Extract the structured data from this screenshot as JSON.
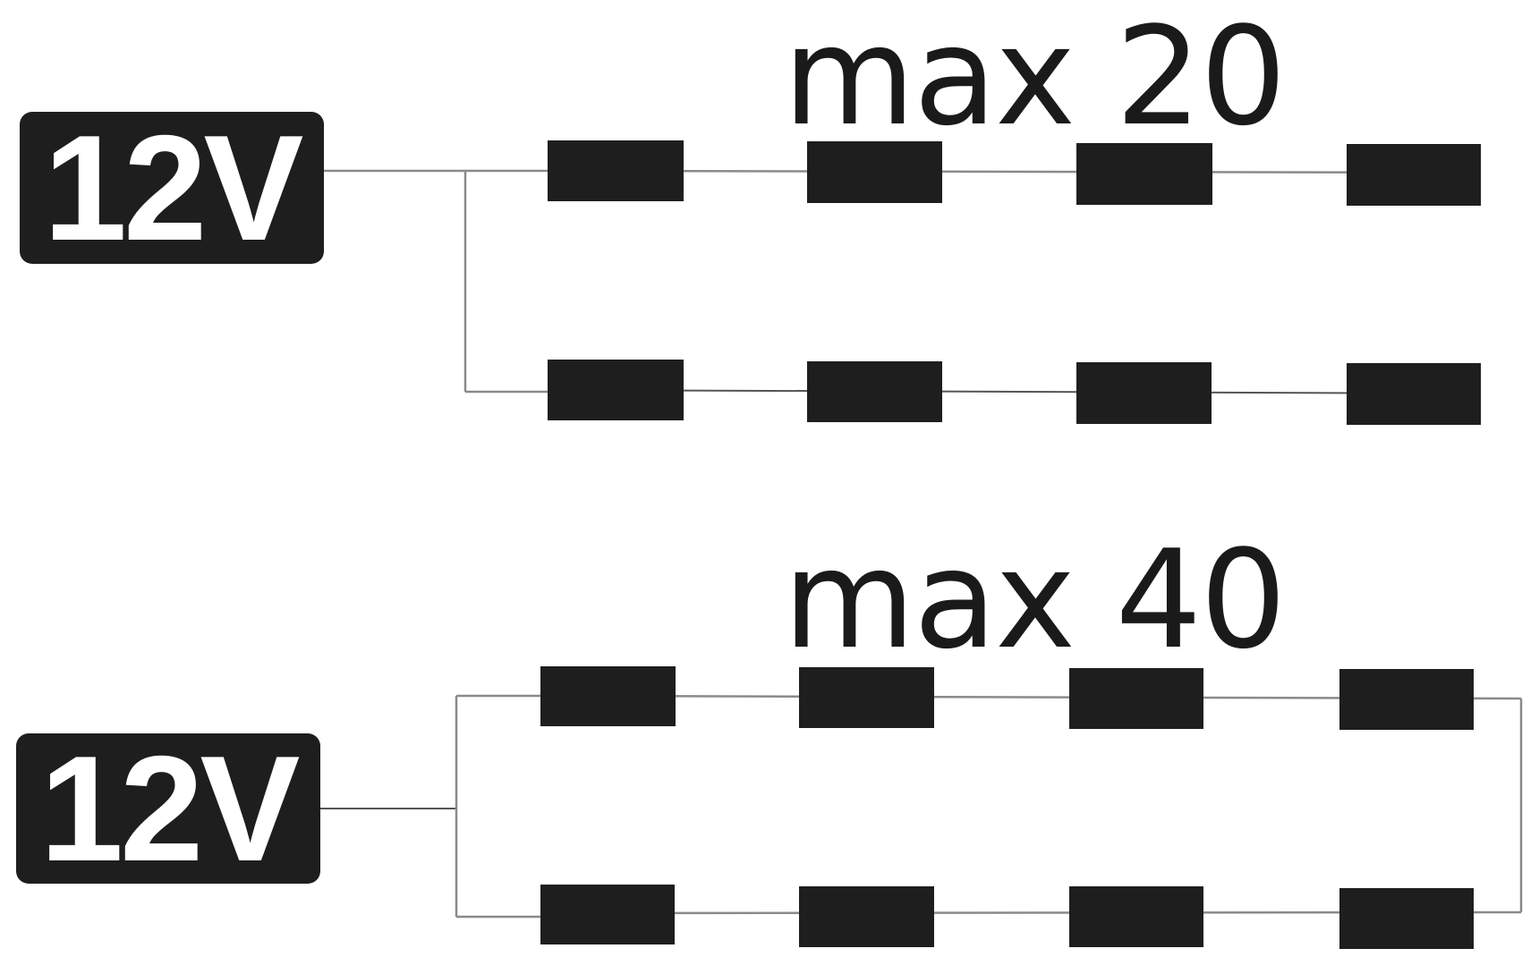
{
  "top_diagram": {
    "supply_label": "12V",
    "max_label": "max 20",
    "rows": 2,
    "leds_per_row": 4
  },
  "bottom_diagram": {
    "supply_label": "12V",
    "max_label": "max 40",
    "rows": 2,
    "leds_per_row": 4
  },
  "colors": {
    "box": "#1e1e1e",
    "wire": "#8a8a8a",
    "text": "#1a1a1a"
  }
}
